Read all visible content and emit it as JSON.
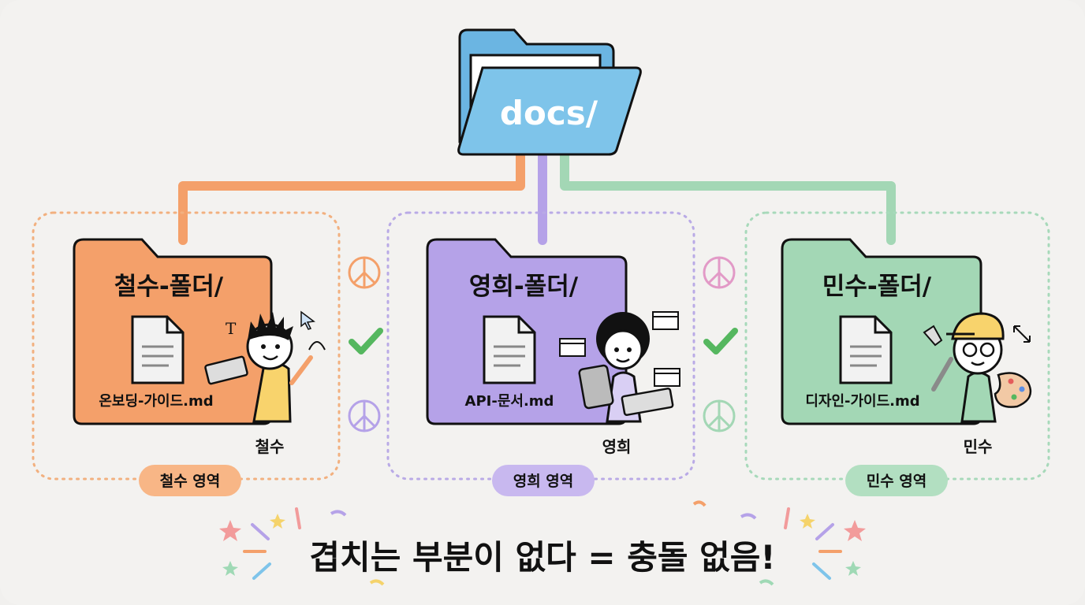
{
  "root": {
    "label": "docs/"
  },
  "sections": [
    {
      "folder_label": "철수-폴더/",
      "file_name": "온보딩-가이드.md",
      "person": "철수",
      "zone_label": "철수 영역",
      "color": "#f4a06a",
      "zone_color": "#f2b07f",
      "badge_color": "#f8b686"
    },
    {
      "folder_label": "영희-폴더/",
      "file_name": "API-문서.md",
      "person": "영희",
      "zone_label": "영희 영역",
      "color": "#b5a2e8",
      "zone_color": "#b9aae6",
      "badge_color": "#c8b8ef"
    },
    {
      "folder_label": "민수-폴더/",
      "file_name": "디자인-가이드.md",
      "person": "민수",
      "zone_label": "민수 영역",
      "color": "#a3d7b5",
      "zone_color": "#a7d9ba",
      "badge_color": "#b2dfc1"
    }
  ],
  "separator_icons": [
    "peace-icon",
    "check-icon",
    "peace-icon"
  ],
  "footer": {
    "message": "겹치는 부분이 없다 = 충돌 없음!"
  },
  "colors": {
    "root_folder": "#7ec4ea",
    "check": "#55b75f",
    "background": "#f3f2f0"
  }
}
